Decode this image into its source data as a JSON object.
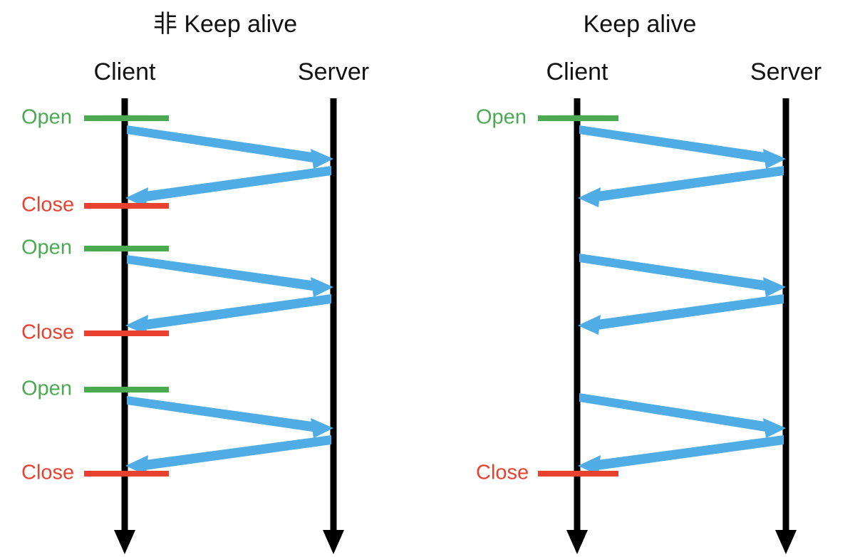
{
  "meta": {
    "background": "#ffffff",
    "colors": {
      "lifeline": "#000000",
      "open": "#4BAA51",
      "close": "#E8412F",
      "message": "#4FACE4",
      "text": "#111111"
    }
  },
  "panels": [
    {
      "id": "non-keep-alive",
      "title": "非 Keep alive",
      "lanes": [
        {
          "id": "client",
          "label": "Client"
        },
        {
          "id": "server",
          "label": "Server"
        }
      ],
      "events": [
        {
          "type": "open",
          "label": "Open"
        },
        {
          "type": "close",
          "label": "Close"
        },
        {
          "type": "open",
          "label": "Open"
        },
        {
          "type": "close",
          "label": "Close"
        },
        {
          "type": "open",
          "label": "Open"
        },
        {
          "type": "close",
          "label": "Close"
        }
      ],
      "messages": [
        {
          "direction": "client-to-server"
        },
        {
          "direction": "server-to-client"
        },
        {
          "direction": "client-to-server"
        },
        {
          "direction": "server-to-client"
        },
        {
          "direction": "client-to-server"
        },
        {
          "direction": "server-to-client"
        }
      ],
      "exchange_count": 3,
      "connection_count": 3
    },
    {
      "id": "keep-alive",
      "title": "Keep alive",
      "lanes": [
        {
          "id": "client",
          "label": "Client"
        },
        {
          "id": "server",
          "label": "Server"
        }
      ],
      "events": [
        {
          "type": "open",
          "label": "Open"
        },
        {
          "type": "close",
          "label": "Close"
        }
      ],
      "messages": [
        {
          "direction": "client-to-server"
        },
        {
          "direction": "server-to-client"
        },
        {
          "direction": "client-to-server"
        },
        {
          "direction": "server-to-client"
        },
        {
          "direction": "client-to-server"
        },
        {
          "direction": "server-to-client"
        }
      ],
      "exchange_count": 3,
      "connection_count": 1
    }
  ]
}
